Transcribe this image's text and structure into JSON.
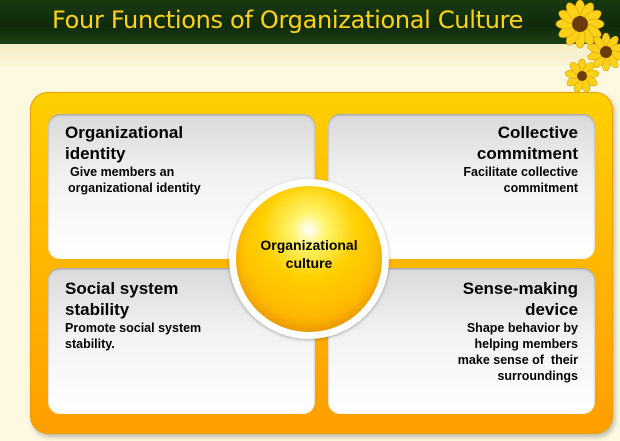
{
  "slide": {
    "title": "Four Functions of Organizational Culture"
  },
  "center": {
    "line1": "Organizational",
    "line2": "culture"
  },
  "quadrants": {
    "top_left": {
      "title_line1": "Organizational",
      "title_line2": "identity",
      "desc_line1": "Give members an",
      "desc_line2": "organizational identity"
    },
    "top_right": {
      "title_line1": "Collective",
      "title_line2": "commitment",
      "desc_line1": "Facilitate collective",
      "desc_line2": "commitment"
    },
    "bottom_left": {
      "title_line1": "Social system",
      "title_line2": "stability",
      "desc_line1": "Promote social system",
      "desc_line2": "stability."
    },
    "bottom_right": {
      "title_line1": "Sense-making",
      "title_line2": "device",
      "desc_line1": "Shape behavior by",
      "desc_line2": "helping members",
      "desc_line3": "make sense of  their",
      "desc_line4": "surroundings"
    }
  },
  "colors": {
    "title_bar": "#0f2a0a",
    "title_text": "#ffd21a",
    "frame": "#ffb400",
    "center": "#ffd000",
    "background": "#fdf8e0"
  },
  "icons": [
    "sunflower-icon"
  ]
}
